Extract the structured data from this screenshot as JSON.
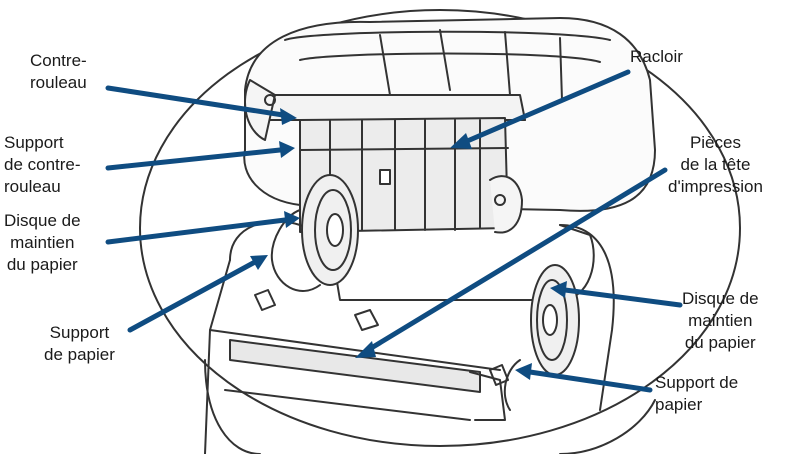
{
  "labels": {
    "contre_rouleau": [
      "Contre-",
      "rouleau"
    ],
    "racloir": [
      "Racloir"
    ],
    "support_contre_rouleau": [
      "Support",
      "de contre-",
      "rouleau"
    ],
    "pieces_tete": [
      "Pièces",
      "de la tête",
      "d'impression"
    ],
    "disque_gauche": [
      "Disque de",
      "maintien",
      "du papier"
    ],
    "support_papier_gauche": [
      "Support",
      "de papier"
    ],
    "disque_droite": [
      "Disque de",
      "maintien",
      "du papier"
    ],
    "support_papier_droite": [
      "Support de",
      "papier"
    ]
  },
  "colors": {
    "leader": "#0f4c81",
    "outline": "#333333",
    "text": "#1a1a1a"
  }
}
